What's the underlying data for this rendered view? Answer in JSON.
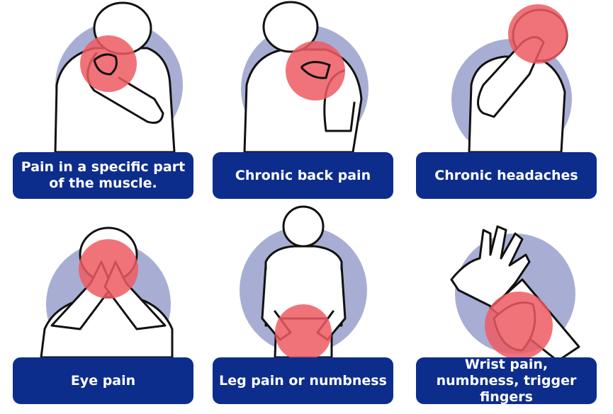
{
  "cards": [
    {
      "label": "Pain in a specific part of the muscle.",
      "figure": "shoulder-press-figure"
    },
    {
      "label": "Chronic back pain",
      "figure": "back-rub-figure"
    },
    {
      "label": "Chronic headaches",
      "figure": "head-hold-figure"
    },
    {
      "label": "Eye pain",
      "figure": "eyes-covered-figure"
    },
    {
      "label": "Leg pain or numbness",
      "figure": "hips-hold-figure"
    },
    {
      "label": "Wrist pain, numbness, trigger fingers",
      "figure": "wrist-hold-figure"
    }
  ],
  "colors": {
    "label_bg": "#0d2d8c",
    "halo": "#a8aed3",
    "pain": "#ef5b63",
    "line": "#111111"
  }
}
